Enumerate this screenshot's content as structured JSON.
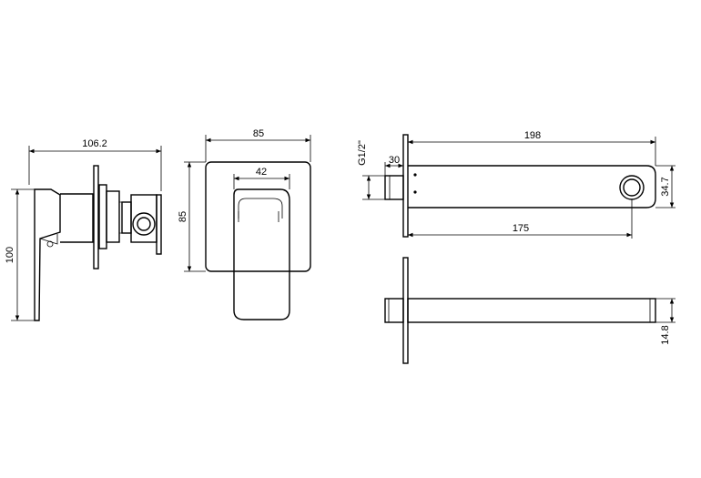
{
  "dimensions": {
    "side_width": "106.2",
    "side_height": "100",
    "plate_width": "85",
    "plate_height": "85",
    "handle_width": "42",
    "thread_label": "G1/2\"",
    "inlet_length": "30",
    "spout_length": "198",
    "spout_projection": "175",
    "spout_height": "34.7",
    "spout_thickness": "14.8"
  }
}
